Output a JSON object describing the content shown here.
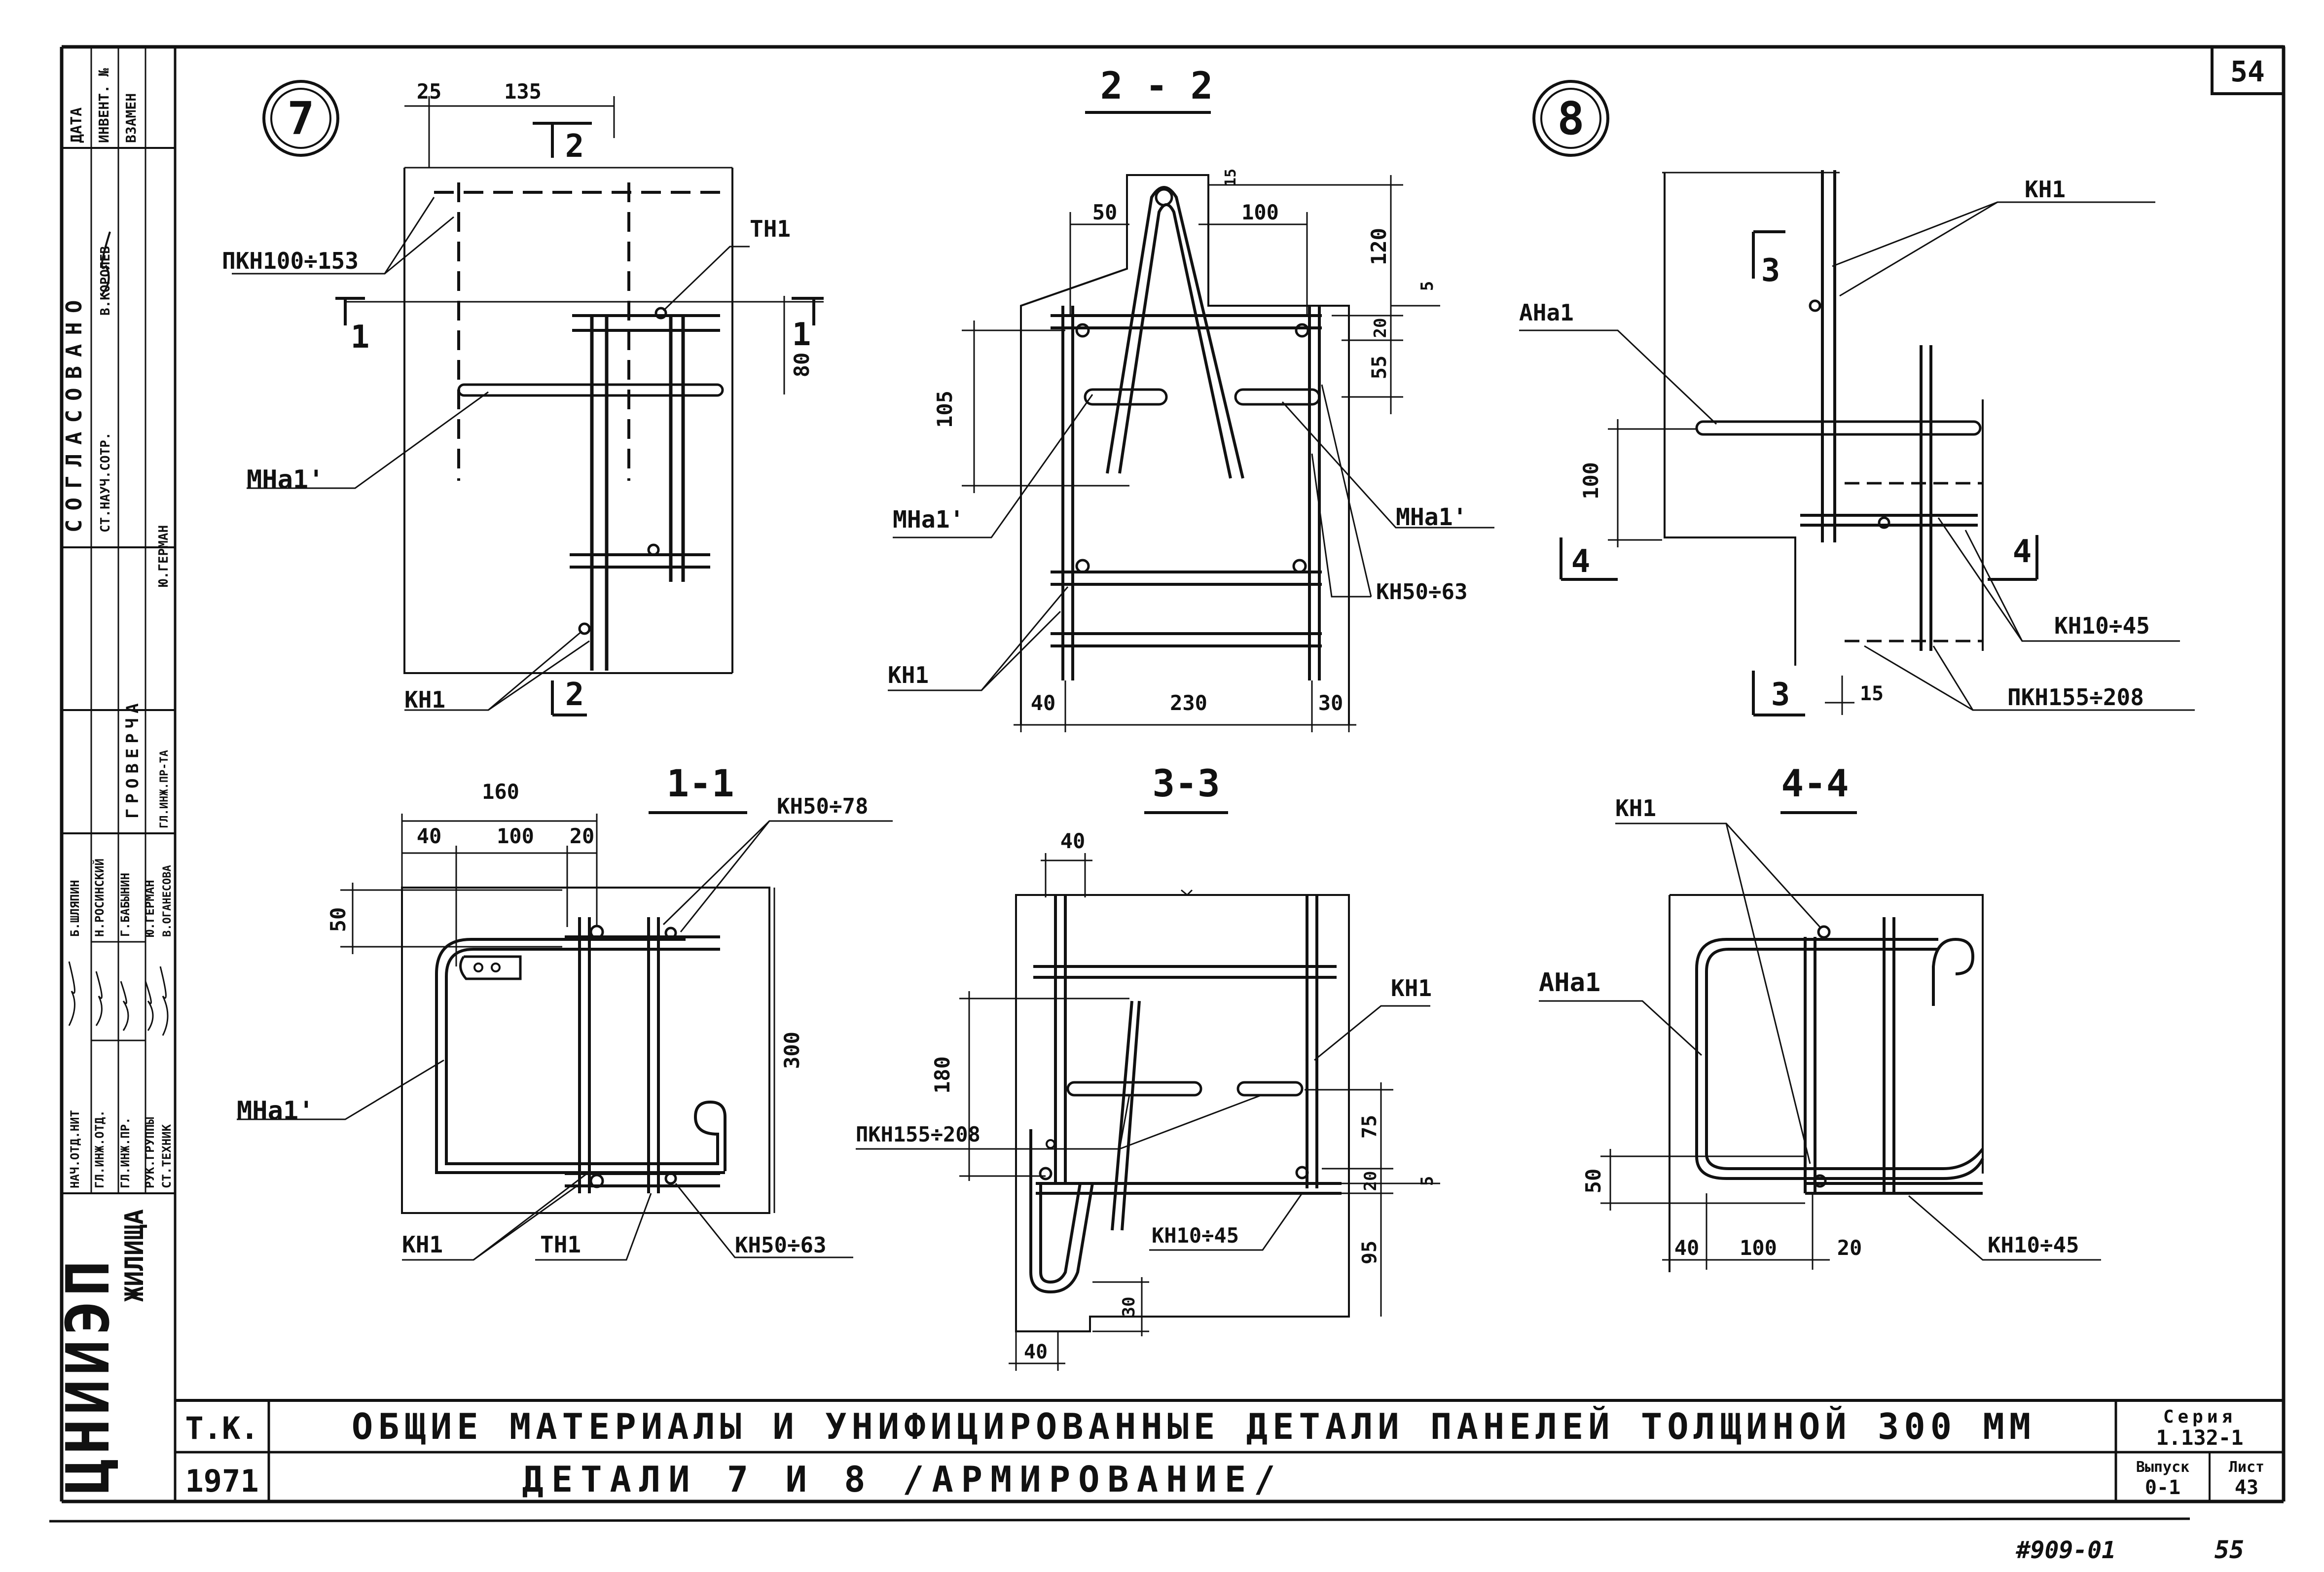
{
  "sheet_number": "54",
  "stamp_bottom": "#909-01",
  "page_bottom": "55",
  "title_block": {
    "code": "Т.К.",
    "year": "1971",
    "title_line1": "ОБЩИЕ МАТЕРИАЛЫ И УНИФИЦИРОВАННЫЕ ДЕТАЛИ ПАНЕЛЕЙ ТОЛЩИНОЙ 300 ММ",
    "title_line2": "ДЕТАЛИ 7 И 8 /АРМИРОВАНИЕ/",
    "series_label": "Серия",
    "series_value": "1.132-1",
    "issue_label": "Выпуск",
    "issue_value": "0-1",
    "sheet_label": "Лист",
    "sheet_value": "43",
    "org_main": "ЦНИИЭП",
    "org_sub": "ЖИЛИЩА"
  },
  "side_stamp": {
    "header": "СОГЛАСОВАНО",
    "cols": [
      "ДАТА",
      "ИНВЕНТ. №",
      "ВЗАМЕН"
    ],
    "approval_roles": [
      "СТ.НАУЧ.СОТР.",
      "В.КОРОЛЕВ"
    ],
    "roles": [
      "НАЧ.ОТД.НИТ",
      "ГЛ.ИНЖ.ОТД.",
      "ГЛ.ИНЖ.ПР.",
      "РУК.ГРУППЫ",
      "СТ.ТЕХНИК"
    ],
    "names": [
      "Б.ШЛЯПИН",
      "Н.РОСИНСКИЙ",
      "Г.БАБЫНИН",
      "Ю.ГЕРМАН",
      "В.ОГАНЕСОВА"
    ],
    "checked_label": "ГРОВЕРЧА",
    "checked_role": "ГЛ.ИНЖ.ПР-ТА",
    "checked_name": "Ю.ГЕРМАН"
  },
  "views": {
    "detail7": {
      "mark": "7",
      "dims": [
        "25",
        "135",
        "80"
      ],
      "section_marks": [
        "2",
        "1",
        "1",
        "2"
      ],
      "labels": [
        "ПКН100÷153",
        "ТН1",
        "МНа1'",
        "КН1"
      ]
    },
    "sec22": {
      "title": "2 - 2",
      "dims": [
        "15",
        "50",
        "100",
        "120",
        "5",
        "20",
        "55",
        "105",
        "40",
        "230",
        "30"
      ],
      "labels": [
        "МНа1'",
        "МНа1'",
        "КН50÷63",
        "КН1"
      ]
    },
    "detail8": {
      "mark": "8",
      "dims": [
        "100",
        "15"
      ],
      "section_marks": [
        "3",
        "4",
        "4",
        "3"
      ],
      "labels": [
        "КН1",
        "АНа1",
        "КН10÷45",
        "ПКН155÷208"
      ]
    },
    "sec11": {
      "title": "1-1",
      "dims": [
        "160",
        "40",
        "100",
        "20",
        "50",
        "300"
      ],
      "labels": [
        "КН50÷78",
        "МНа1'",
        "КН1",
        "ТН1",
        "КН50÷63"
      ]
    },
    "sec33": {
      "title": "3-3",
      "dims": [
        "40",
        "180",
        "75",
        "20",
        "5",
        "95",
        "30",
        "40"
      ],
      "labels": [
        "КН1",
        "ПКН155÷208",
        "КН10÷45"
      ]
    },
    "sec44": {
      "title": "4-4",
      "dims": [
        "50",
        "40",
        "100",
        "20"
      ],
      "labels": [
        "КН1",
        "АНа1",
        "КН10÷45"
      ]
    }
  }
}
